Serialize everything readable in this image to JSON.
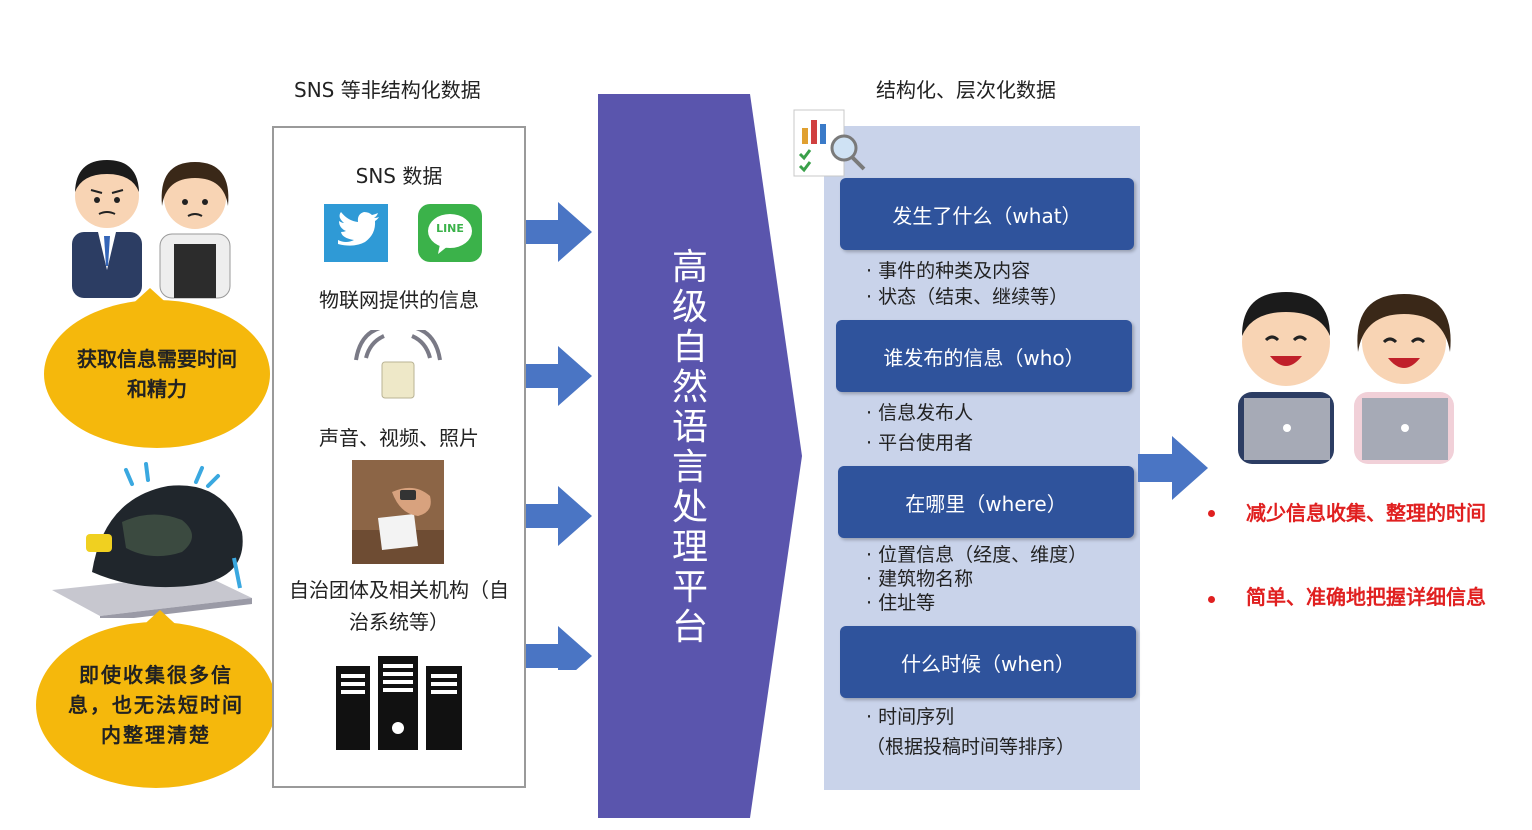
{
  "headings": {
    "unstructured": "SNS 等非结构化数据",
    "structured": "结构化、层次化数据"
  },
  "left": {
    "bubble_top": "获取信息需要时间和精力",
    "bubble_bottom": "即使收集很多信息，也无法短时间内整理清楚"
  },
  "sources": {
    "sns": "SNS 数据",
    "twitter_icon": "twitter-bird-icon",
    "line_icon": "line-app-icon",
    "line_badge": "LINE",
    "iot": "物联网提供的信息",
    "media": "声音、视频、照片",
    "gov": "自治团体及相关机构（自治系统等）"
  },
  "platform": {
    "label": "高级自然语言处理平台"
  },
  "categories": [
    {
      "title": "发生了什么（what）",
      "details": [
        "· 事件的种类及内容",
        "· 状态（结束、继续等）"
      ]
    },
    {
      "title": "谁发布的信息（who）",
      "details": [
        "· 信息发布人",
        "· 平台使用者"
      ]
    },
    {
      "title": "在哪里（where）",
      "details": [
        "· 位置信息（经度、维度）",
        "· 建筑物名称",
        "· 住址等"
      ]
    },
    {
      "title": "什么时候（when）",
      "details": [
        "· 时间序列",
        "（根据投稿时间等排序）"
      ]
    }
  ],
  "benefits": [
    "减少信息收集、整理的时间",
    "简单、准确地把握详细信息"
  ],
  "colors": {
    "arrow": "#4a75c4",
    "platform": "#5a55ad",
    "panel": "#c9d3ea",
    "category_box": "#2f539c",
    "bubble": "#f5b80c",
    "benefit_text": "#e02020"
  }
}
